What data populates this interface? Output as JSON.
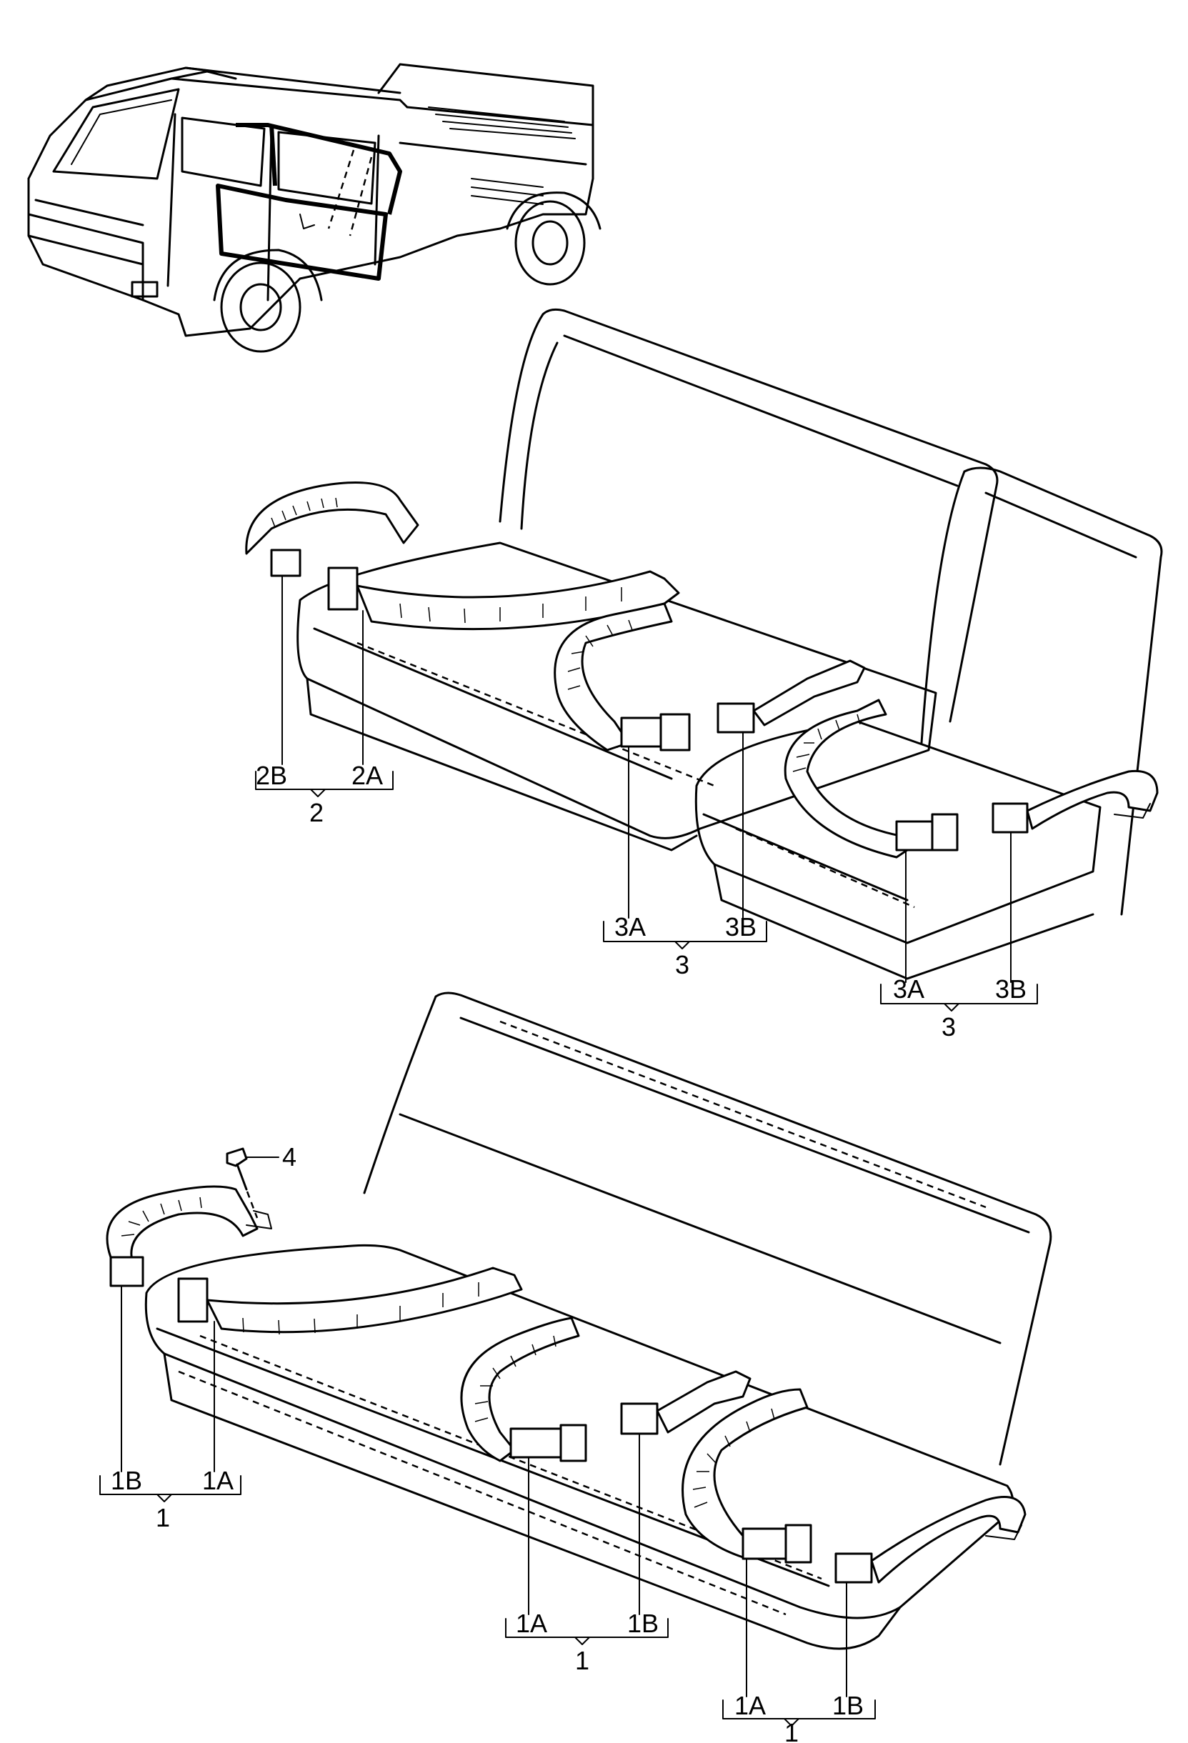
{
  "callouts": {
    "front_left": {
      "a": "2A",
      "b": "2B",
      "group": "2"
    },
    "front_mid": {
      "a": "3A",
      "b": "3B",
      "group": "3"
    },
    "front_right": {
      "a": "3A",
      "b": "3B",
      "group": "3"
    },
    "rear_left": {
      "a": "1A",
      "b": "1B",
      "group": "1"
    },
    "rear_mid": {
      "a": "1A",
      "b": "1B",
      "group": "1"
    },
    "rear_right": {
      "a": "1A",
      "b": "1B",
      "group": "1"
    },
    "bolt": {
      "label": "4"
    }
  }
}
